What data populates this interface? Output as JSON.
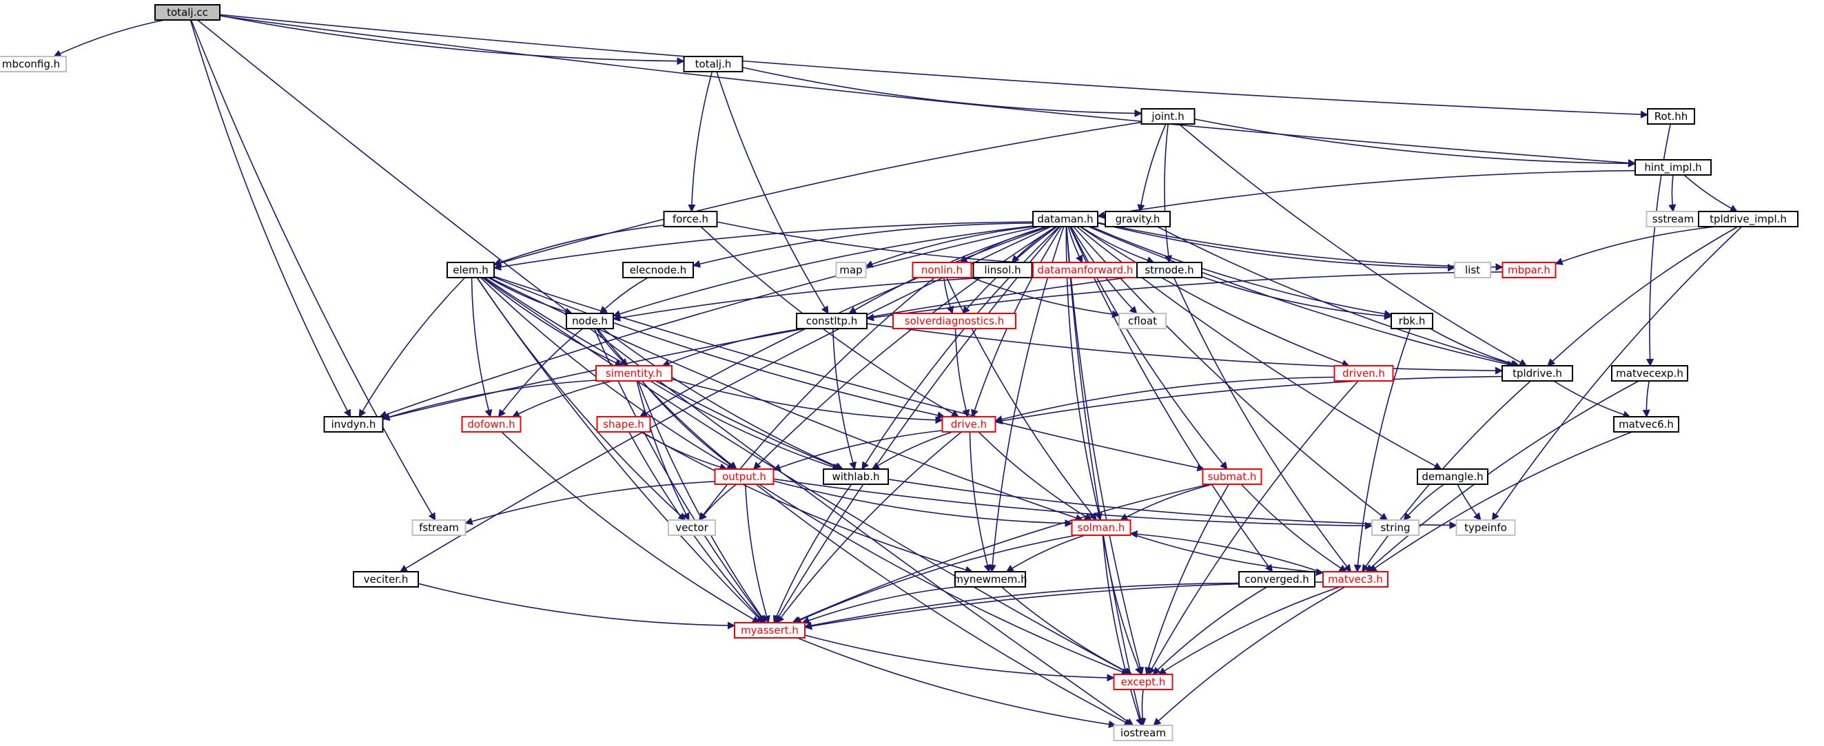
{
  "graph": {
    "title": "totalj.cc",
    "styles": {
      "root": {
        "fill": "#bfbfbf",
        "stroke": "#000000",
        "text": "#000000"
      },
      "normal": {
        "fill": "#ffffff",
        "stroke": "#000000",
        "text": "#000000"
      },
      "red": {
        "fill": "#ffffff",
        "stroke": "#ff0000",
        "text": "#ff0000"
      },
      "gray": {
        "fill": "#ffffff",
        "stroke": "#bfbfbf",
        "text": "#000000"
      },
      "edge_color": "#191970"
    },
    "nodes": [
      {
        "id": "totalj_cc",
        "label": "totalj.cc",
        "style": "root"
      },
      {
        "id": "mbconfig_h",
        "label": "mbconfig.h",
        "style": "gray"
      },
      {
        "id": "totalj_h",
        "label": "totalj.h",
        "style": "normal"
      },
      {
        "id": "rot_hh",
        "label": "Rot.hh",
        "style": "normal"
      },
      {
        "id": "joint_h",
        "label": "joint.h",
        "style": "normal"
      },
      {
        "id": "hint_impl_h",
        "label": "hint_impl.h",
        "style": "normal"
      },
      {
        "id": "force_h",
        "label": "force.h",
        "style": "normal"
      },
      {
        "id": "sstream",
        "label": "sstream",
        "style": "gray"
      },
      {
        "id": "dataman_h",
        "label": "dataman.h",
        "style": "normal"
      },
      {
        "id": "gravity_h",
        "label": "gravity.h",
        "style": "normal"
      },
      {
        "id": "tpldrive_impl_h",
        "label": "tpldrive_impl.h",
        "style": "normal"
      },
      {
        "id": "elem_h",
        "label": "elem.h",
        "style": "normal"
      },
      {
        "id": "elecnode_h",
        "label": "elecnode.h",
        "style": "normal"
      },
      {
        "id": "map",
        "label": "map",
        "style": "gray"
      },
      {
        "id": "nonlin_h",
        "label": "nonlin.h",
        "style": "red"
      },
      {
        "id": "linsol_h",
        "label": "linsol.h",
        "style": "normal"
      },
      {
        "id": "datamanforward_h",
        "label": "datamanforward.h",
        "style": "red"
      },
      {
        "id": "strnode_h",
        "label": "strnode.h",
        "style": "normal"
      },
      {
        "id": "list",
        "label": "list",
        "style": "gray"
      },
      {
        "id": "mbpar_h",
        "label": "mbpar.h",
        "style": "red"
      },
      {
        "id": "node_h",
        "label": "node.h",
        "style": "normal"
      },
      {
        "id": "constltp_h",
        "label": "constltp.h",
        "style": "normal"
      },
      {
        "id": "solverdiagnostics_h",
        "label": "solverdiagnostics.h",
        "style": "red"
      },
      {
        "id": "cfloat",
        "label": "cfloat",
        "style": "gray"
      },
      {
        "id": "rbk_h",
        "label": "rbk.h",
        "style": "normal"
      },
      {
        "id": "simentity_h",
        "label": "simentity.h",
        "style": "red"
      },
      {
        "id": "driven_h",
        "label": "driven.h",
        "style": "red"
      },
      {
        "id": "tpldrive_h",
        "label": "tpldrive.h",
        "style": "normal"
      },
      {
        "id": "matvecexp_h",
        "label": "matvecexp.h",
        "style": "normal"
      },
      {
        "id": "invdyn_h",
        "label": "invdyn.h",
        "style": "normal"
      },
      {
        "id": "dofown_h",
        "label": "dofown.h",
        "style": "red"
      },
      {
        "id": "shape_h",
        "label": "shape.h",
        "style": "red"
      },
      {
        "id": "drive_h",
        "label": "drive.h",
        "style": "red"
      },
      {
        "id": "matvec6_h",
        "label": "matvec6.h",
        "style": "normal"
      },
      {
        "id": "output_h",
        "label": "output.h",
        "style": "red"
      },
      {
        "id": "withlab_h",
        "label": "withlab.h",
        "style": "normal"
      },
      {
        "id": "submat_h",
        "label": "submat.h",
        "style": "red"
      },
      {
        "id": "demangle_h",
        "label": "demangle.h",
        "style": "normal"
      },
      {
        "id": "fstream",
        "label": "fstream",
        "style": "gray"
      },
      {
        "id": "vector",
        "label": "vector",
        "style": "gray"
      },
      {
        "id": "solman_h",
        "label": "solman.h",
        "style": "red"
      },
      {
        "id": "string",
        "label": "string",
        "style": "gray"
      },
      {
        "id": "typeinfo",
        "label": "typeinfo",
        "style": "gray"
      },
      {
        "id": "veciter_h",
        "label": "veciter.h",
        "style": "normal"
      },
      {
        "id": "mynewmem_h",
        "label": "mynewmem.h",
        "style": "normal"
      },
      {
        "id": "converged_h",
        "label": "converged.h",
        "style": "normal"
      },
      {
        "id": "matvec3_h",
        "label": "matvec3.h",
        "style": "red"
      },
      {
        "id": "myassert_h",
        "label": "myassert.h",
        "style": "red"
      },
      {
        "id": "except_h",
        "label": "except.h",
        "style": "red"
      },
      {
        "id": "iostream",
        "label": "iostream",
        "style": "gray"
      }
    ],
    "edges": [
      [
        "totalj_cc",
        "mbconfig_h"
      ],
      [
        "totalj_cc",
        "totalj_h"
      ],
      [
        "totalj_cc",
        "rot_hh"
      ],
      [
        "totalj_cc",
        "hint_impl_h"
      ],
      [
        "totalj_cc",
        "invdyn_h"
      ],
      [
        "totalj_cc",
        "fstream"
      ],
      [
        "totalj_cc",
        "iostream"
      ],
      [
        "totalj_h",
        "joint_h"
      ],
      [
        "totalj_h",
        "force_h"
      ],
      [
        "totalj_h",
        "constltp_h"
      ],
      [
        "joint_h",
        "elem_h"
      ],
      [
        "joint_h",
        "gravity_h"
      ],
      [
        "joint_h",
        "strnode_h"
      ],
      [
        "joint_h",
        "hint_impl_h"
      ],
      [
        "joint_h",
        "tpldrive_h"
      ],
      [
        "hint_impl_h",
        "dataman_h"
      ],
      [
        "hint_impl_h",
        "sstream"
      ],
      [
        "hint_impl_h",
        "tpldrive_impl_h"
      ],
      [
        "force_h",
        "elem_h"
      ],
      [
        "force_h",
        "strnode_h"
      ],
      [
        "force_h",
        "drive_h"
      ],
      [
        "gravity_h",
        "tpldrive_h"
      ],
      [
        "rot_hh",
        "matvecexp_h"
      ],
      [
        "tpldrive_impl_h",
        "mbpar_h"
      ],
      [
        "tpldrive_impl_h",
        "tpldrive_h"
      ],
      [
        "tpldrive_impl_h",
        "typeinfo"
      ],
      [
        "dataman_h",
        "elem_h"
      ],
      [
        "dataman_h",
        "elecnode_h"
      ],
      [
        "dataman_h",
        "map"
      ],
      [
        "dataman_h",
        "nonlin_h"
      ],
      [
        "dataman_h",
        "linsol_h"
      ],
      [
        "dataman_h",
        "datamanforward_h"
      ],
      [
        "dataman_h",
        "strnode_h"
      ],
      [
        "dataman_h",
        "list"
      ],
      [
        "dataman_h",
        "mbpar_h"
      ],
      [
        "dataman_h",
        "node_h"
      ],
      [
        "dataman_h",
        "constltp_h"
      ],
      [
        "dataman_h",
        "solverdiagnostics_h"
      ],
      [
        "dataman_h",
        "cfloat"
      ],
      [
        "dataman_h",
        "rbk_h"
      ],
      [
        "dataman_h",
        "driven_h"
      ],
      [
        "dataman_h",
        "tpldrive_h"
      ],
      [
        "dataman_h",
        "invdyn_h"
      ],
      [
        "dataman_h",
        "shape_h"
      ],
      [
        "dataman_h",
        "drive_h"
      ],
      [
        "dataman_h",
        "output_h"
      ],
      [
        "dataman_h",
        "withlab_h"
      ],
      [
        "dataman_h",
        "submat_h"
      ],
      [
        "dataman_h",
        "demangle_h"
      ],
      [
        "dataman_h",
        "string"
      ],
      [
        "dataman_h",
        "solman_h"
      ],
      [
        "dataman_h",
        "veciter_h"
      ],
      [
        "dataman_h",
        "mynewmem_h"
      ],
      [
        "dataman_h",
        "converged_h"
      ],
      [
        "dataman_h",
        "myassert_h"
      ],
      [
        "dataman_h",
        "except_h"
      ],
      [
        "dataman_h",
        "iostream"
      ],
      [
        "elem_h",
        "node_h"
      ],
      [
        "elem_h",
        "simentity_h"
      ],
      [
        "elem_h",
        "invdyn_h"
      ],
      [
        "elem_h",
        "dofown_h"
      ],
      [
        "elem_h",
        "output_h"
      ],
      [
        "elem_h",
        "withlab_h"
      ],
      [
        "elem_h",
        "drive_h"
      ],
      [
        "elem_h",
        "solman_h"
      ],
      [
        "elem_h",
        "submat_h"
      ],
      [
        "elem_h",
        "vector"
      ],
      [
        "elem_h",
        "myassert_h"
      ],
      [
        "elem_h",
        "except_h"
      ],
      [
        "elecnode_h",
        "node_h"
      ],
      [
        "nonlin_h",
        "solverdiagnostics_h"
      ],
      [
        "nonlin_h",
        "cfloat"
      ],
      [
        "nonlin_h",
        "solman_h"
      ],
      [
        "nonlin_h",
        "vector"
      ],
      [
        "strnode_h",
        "node_h"
      ],
      [
        "strnode_h",
        "rbk_h"
      ],
      [
        "strnode_h",
        "matvec3_h"
      ],
      [
        "strnode_h",
        "invdyn_h"
      ],
      [
        "mbpar_h",
        "constltp_h"
      ],
      [
        "node_h",
        "simentity_h"
      ],
      [
        "node_h",
        "dofown_h"
      ],
      [
        "node_h",
        "output_h"
      ],
      [
        "node_h",
        "withlab_h"
      ],
      [
        "node_h",
        "myassert_h"
      ],
      [
        "constltp_h",
        "simentity_h"
      ],
      [
        "constltp_h",
        "withlab_h"
      ],
      [
        "constltp_h",
        "tpldrive_h"
      ],
      [
        "solverdiagnostics_h",
        "drive_h"
      ],
      [
        "rbk_h",
        "tpldrive_h"
      ],
      [
        "rbk_h",
        "matvec3_h"
      ],
      [
        "simentity_h",
        "invdyn_h"
      ],
      [
        "simentity_h",
        "dofown_h"
      ],
      [
        "simentity_h",
        "drive_h"
      ],
      [
        "simentity_h",
        "output_h"
      ],
      [
        "simentity_h",
        "withlab_h"
      ],
      [
        "simentity_h",
        "vector"
      ],
      [
        "simentity_h",
        "myassert_h"
      ],
      [
        "driven_h",
        "drive_h"
      ],
      [
        "driven_h",
        "except_h"
      ],
      [
        "tpldrive_h",
        "drive_h"
      ],
      [
        "tpldrive_h",
        "matvec6_h"
      ],
      [
        "tpldrive_h",
        "matvec3_h"
      ],
      [
        "matvecexp_h",
        "matvec6_h"
      ],
      [
        "matvecexp_h",
        "matvec3_h"
      ],
      [
        "dofown_h",
        "myassert_h"
      ],
      [
        "shape_h",
        "output_h"
      ],
      [
        "shape_h",
        "mynewmem_h"
      ],
      [
        "shape_h",
        "myassert_h"
      ],
      [
        "drive_h",
        "output_h"
      ],
      [
        "drive_h",
        "withlab_h"
      ],
      [
        "drive_h",
        "solman_h"
      ],
      [
        "drive_h",
        "mynewmem_h"
      ],
      [
        "drive_h",
        "myassert_h"
      ],
      [
        "matvec6_h",
        "matvec3_h"
      ],
      [
        "output_h",
        "fstream"
      ],
      [
        "output_h",
        "vector"
      ],
      [
        "output_h",
        "solman_h"
      ],
      [
        "output_h",
        "myassert_h"
      ],
      [
        "output_h",
        "except_h"
      ],
      [
        "output_h",
        "iostream"
      ],
      [
        "output_h",
        "string"
      ],
      [
        "withlab_h",
        "myassert_h"
      ],
      [
        "withlab_h",
        "typeinfo"
      ],
      [
        "submat_h",
        "solman_h"
      ],
      [
        "submat_h",
        "matvec3_h"
      ],
      [
        "submat_h",
        "myassert_h"
      ],
      [
        "submat_h",
        "except_h"
      ],
      [
        "demangle_h",
        "string"
      ],
      [
        "demangle_h",
        "typeinfo"
      ],
      [
        "solman_h",
        "mynewmem_h"
      ],
      [
        "solman_h",
        "matvec3_h"
      ],
      [
        "solman_h",
        "myassert_h"
      ],
      [
        "solman_h",
        "except_h"
      ],
      [
        "solman_h",
        "iostream"
      ],
      [
        "veciter_h",
        "myassert_h"
      ],
      [
        "mynewmem_h",
        "myassert_h"
      ],
      [
        "mynewmem_h",
        "except_h"
      ],
      [
        "converged_h",
        "myassert_h"
      ],
      [
        "converged_h",
        "except_h"
      ],
      [
        "matvec3_h",
        "solman_h"
      ],
      [
        "matvec3_h",
        "myassert_h"
      ],
      [
        "matvec3_h",
        "except_h"
      ],
      [
        "matvec3_h",
        "iostream"
      ],
      [
        "myassert_h",
        "except_h"
      ],
      [
        "myassert_h",
        "iostream"
      ],
      [
        "except_h",
        "iostream"
      ]
    ]
  }
}
